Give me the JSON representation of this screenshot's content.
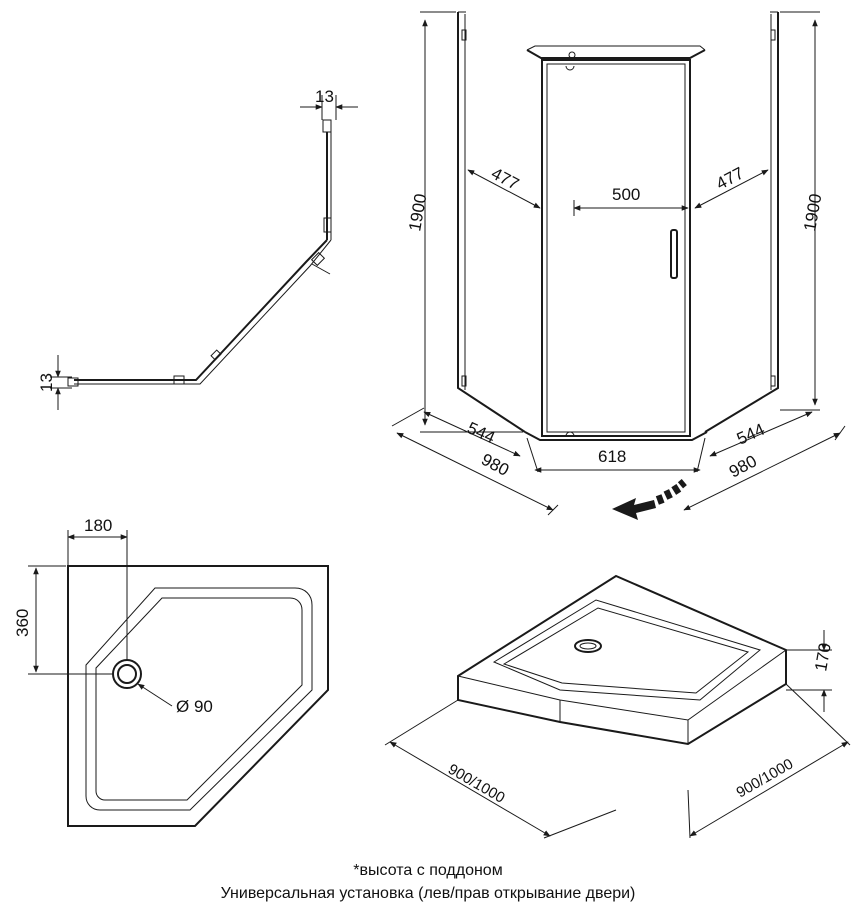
{
  "profile_view": {
    "top_dim": "13",
    "side_dim": "13"
  },
  "enclosure_view": {
    "height_left": "1900",
    "height_right": "1900",
    "side_panel_left": "477",
    "side_panel_right": "477",
    "door_width": "500",
    "base_side_left": "544",
    "base_side_right": "544",
    "front_width": "618",
    "overall_left": "980",
    "overall_right": "980"
  },
  "tray_plan": {
    "drain_x": "180",
    "drain_y": "360",
    "drain_diameter": "Ø 90"
  },
  "tray_iso": {
    "height": "170",
    "size_left": "900/1000",
    "size_right": "900/1000"
  },
  "notes": {
    "line1": "*высота с поддоном",
    "line2": "Универсальная установка (лев/прав открывание двери)"
  }
}
